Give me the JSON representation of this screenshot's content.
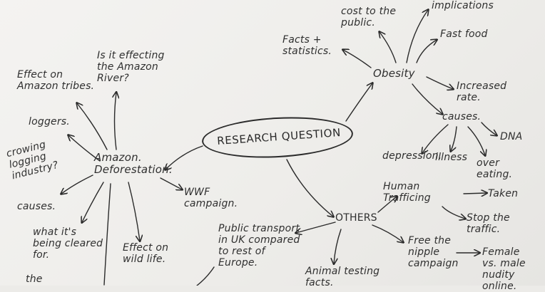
{
  "center": "RESEARCH QUESTION",
  "hubs": {
    "obesity": "Obesity",
    "amazon": "Amazon.\nDeforestation.",
    "others": "OTHERS",
    "causes": "causes."
  },
  "obesity_branches": {
    "cost": "cost to the\npublic.",
    "implications": "implications",
    "fastfood": "Fast food",
    "facts": "Facts +\nstatistics.",
    "increased": "Increased\nrate."
  },
  "causes_branches": {
    "depression": "depression.",
    "illness": "illness",
    "overeating": "over\neating.",
    "dna": "DNA"
  },
  "amazon_branches": {
    "tribes": "Effect on\nAmazon tribes.",
    "river": "Is it effecting\nthe Amazon\nRiver?",
    "loggers": "loggers.",
    "logging": "crowing\nlogging\nindustry?",
    "causes": "causes.",
    "cleared": "what it's\nbeing cleared\nfor.",
    "wildlife": "Effect on\nwild life.",
    "wwf": "WWF\ncampaign.",
    "partial": "the"
  },
  "others_branches": {
    "transport": "Public transport\nin UK compared\nto rest of\nEurope.",
    "trafficking": "Human\nTrafficing",
    "taken": "Taken",
    "stop": "Stop the\ntraffic.",
    "nipple": "Free the\nnipple\ncampaign",
    "female": "Female\nvs. male\nnudity\nonline.",
    "animal": "Animal testing\nfacts."
  }
}
